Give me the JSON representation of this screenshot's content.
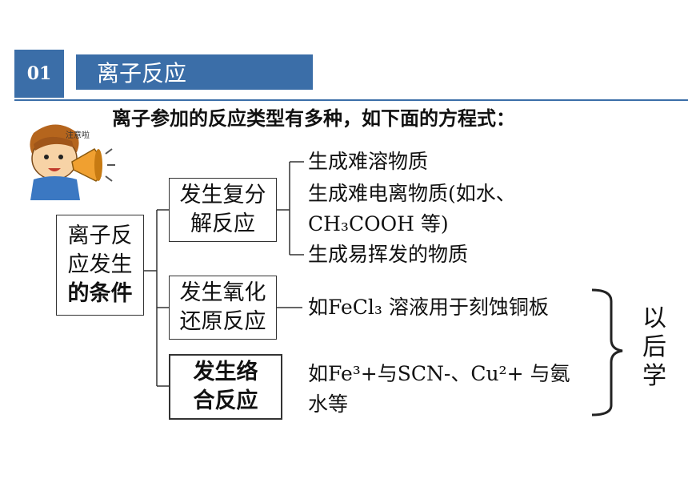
{
  "section": {
    "number": "01",
    "title": "离子反应"
  },
  "subtitle": "离子参加的反应类型有多种，如下面的方程式：",
  "mascot": {
    "label": "注意啦"
  },
  "root": {
    "line1": "离子反",
    "line2": "应发生",
    "line3": "的条件"
  },
  "branches": [
    {
      "line1": "发生复分",
      "line2": "解反应",
      "items": [
        "生成难溶物质",
        "生成难电离物质(如水、",
        "CH₃COOH 等)",
        "生成易挥发的物质"
      ]
    },
    {
      "line1": "发生氧化",
      "line2": "还原反应",
      "items": [
        "如FeCl₃ 溶液用于刻蚀铜板"
      ]
    },
    {
      "line1": "发生络",
      "line2": "合反应",
      "items": [
        "如Fe³+与SCN-、Cu²+ 与氨",
        "水等"
      ]
    }
  ],
  "note": {
    "l1": "以",
    "l2": "后",
    "l3": "学"
  },
  "colors": {
    "accent": "#3b6ea8"
  }
}
